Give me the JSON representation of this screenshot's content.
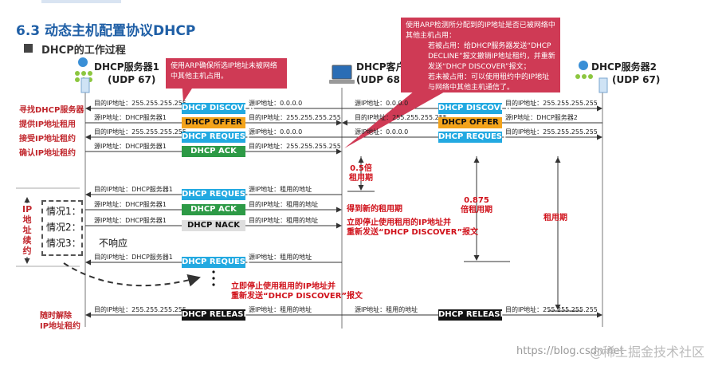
{
  "title": "6.3 动态主机配置协议DHCP",
  "subtitle": "DHCP的工作过程",
  "nodes": {
    "server1": {
      "name": "DHCP服务器1",
      "port": "(UDP 67)"
    },
    "client": {
      "name": "DHCP客户",
      "port": "(UDP 68)"
    },
    "server2": {
      "name": "DHCP服务器2",
      "port": "(UDP 67)"
    }
  },
  "steps": [
    "寻找DHCP服务器",
    "提供IP地址租用",
    "接受IP地址租约",
    "确认IP地址租约"
  ],
  "renew_label": "IP地址续约",
  "release_label": [
    "随时解除",
    "IP地址租约"
  ],
  "rows": {
    "r1": {
      "dst": "目的IP地址：255.255.255.255",
      "src": "源IP地址：0.0.0.0",
      "msg": "DHCP DISCOVER"
    },
    "r2": {
      "dst": "源IP地址：DHCP服务器1",
      "src": "目的IP地址：255.255.255.255",
      "msg": "DHCP OFFER"
    },
    "r3": {
      "dst": "目的IP地址：255.255.255.255",
      "src": "源IP地址：0.0.0.0",
      "msg": "DHCP REQUEST"
    },
    "r4": {
      "dst": "源IP地址：DHCP服务器1",
      "src": "目的IP地址：255.255.255.255",
      "msg": "DHCP ACK"
    },
    "r5": {
      "dst": "目的IP地址：DHCP服务器1",
      "src": "源IP地址：租用的地址",
      "msg": "DHCP REQUEST"
    },
    "r6": {
      "dst": "源IP地址：DHCP服务器1",
      "src": "目的IP地址：租用的地址",
      "msg": "DHCP ACK"
    },
    "r7": {
      "dst": "源IP地址：DHCP服务器1",
      "src": "目的IP地址：租用的地址",
      "msg": "DHCP NACK"
    },
    "r8": {
      "dst": "目的IP地址：DHCP服务器1",
      "src": "源IP地址：租用的地址",
      "msg": "DHCP REQUEST"
    },
    "r9": {
      "dst": "目的IP地址：255.255.255.255",
      "src": "源IP地址：租用的地址",
      "msg": "DHCP RELEASE"
    }
  },
  "right_rows": {
    "r1": {
      "src": "源IP地址：0.0.0.0",
      "msg": "DHCP DISCOVER",
      "dst": "目的IP地址：255.255.255.255"
    },
    "r2": {
      "src": "目的IP地址：255.255.255.255",
      "msg": "DHCP OFFER",
      "dst": "源IP地址：DHCP服务器2"
    },
    "r3": {
      "src": "源IP地址：0.0.0.0",
      "msg": "DHCP REQUEST",
      "dst": "目的IP地址：255.255.255.255"
    },
    "r9": {
      "src": "源IP地址：租用的地址",
      "msg": "DHCP RELEASE",
      "dst": "目的IP地址：255.255.255.255"
    }
  },
  "callout_left": "使用ARP确保所选IP地址未被网络中其他主机占用。",
  "callout_right": {
    "head": "使用ARP检测所分配到的IP地址是否已被网络中其他主机占用：",
    "p1": "若被占用：给DHCP服务器发送“DHCP DECLINE”报文撤销IP地址租约，并重新发送“DHCP DISCOVER”报文；",
    "p2": "若未被占用：可以使用租约中的IP地址与网络中其他主机通信了。"
  },
  "timers": {
    "t1": "0.5倍租用期",
    "t2": "0.875倍租用期",
    "t3": "租用期"
  },
  "cases": [
    "情况1：",
    "情况2：",
    "情况3："
  ],
  "no_response": "不响应",
  "notes": {
    "new_lease": "得到新的租用期",
    "stop1": [
      "立即停止使用租用的IP地址并",
      "重新发送“DHCP DISCOVER”报文"
    ],
    "stop2": [
      "立即停止使用租用的IP地址并",
      "重新发送“DHCP DISCOVER”报文"
    ]
  },
  "watermark": "https://blog.csdn.net",
  "watermark2": "@稀土掘金技术社区",
  "colors": {
    "title": "#1f5fa6",
    "step": "#c1272d",
    "callout": "#cf3a55",
    "discover": "#22a9e1",
    "offer": "#f3a31a",
    "ack": "#2d9a46",
    "nack": "#dedede",
    "release": "#111111",
    "note": "#d0121b"
  },
  "icons": [
    "server-icon",
    "laptop-icon"
  ]
}
